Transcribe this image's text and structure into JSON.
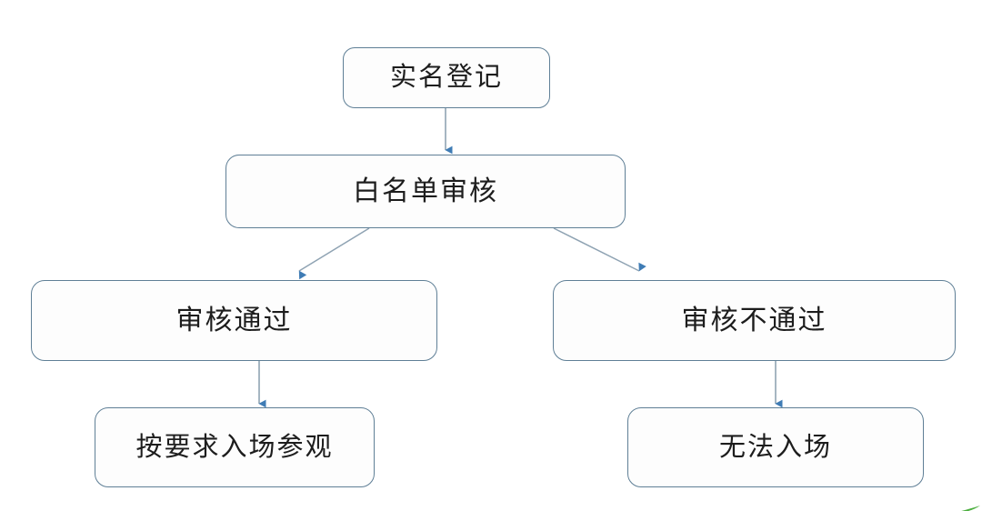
{
  "diagram": {
    "type": "flowchart",
    "orientation": "top-down",
    "background_color": "#ffffff",
    "node_border_color": "#5f7f96",
    "node_fill_color": "#fdfdfd",
    "edge_line_color": "#8fa3b3",
    "edge_arrow_color": "#3f7cb5",
    "nodes": [
      {
        "id": "n0",
        "label": "实名登记"
      },
      {
        "id": "n1",
        "label": "白名单审核"
      },
      {
        "id": "n2",
        "label": "审核通过"
      },
      {
        "id": "n3",
        "label": "审核不通过"
      },
      {
        "id": "n4",
        "label": "按要求入场参观"
      },
      {
        "id": "n5",
        "label": "无法入场"
      }
    ],
    "edges": [
      {
        "from": "n0",
        "to": "n1",
        "style": "straight-vertical",
        "arrow": "down"
      },
      {
        "from": "n1",
        "to": "n2",
        "style": "diagonal",
        "arrow": "down-left"
      },
      {
        "from": "n1",
        "to": "n3",
        "style": "diagonal",
        "arrow": "down-right"
      },
      {
        "from": "n2",
        "to": "n4",
        "style": "straight-vertical",
        "arrow": "down"
      },
      {
        "from": "n3",
        "to": "n5",
        "style": "straight-vertical",
        "arrow": "down"
      }
    ],
    "watermark": {
      "name": "green-corner-mark",
      "color": "#4caf3f"
    }
  }
}
